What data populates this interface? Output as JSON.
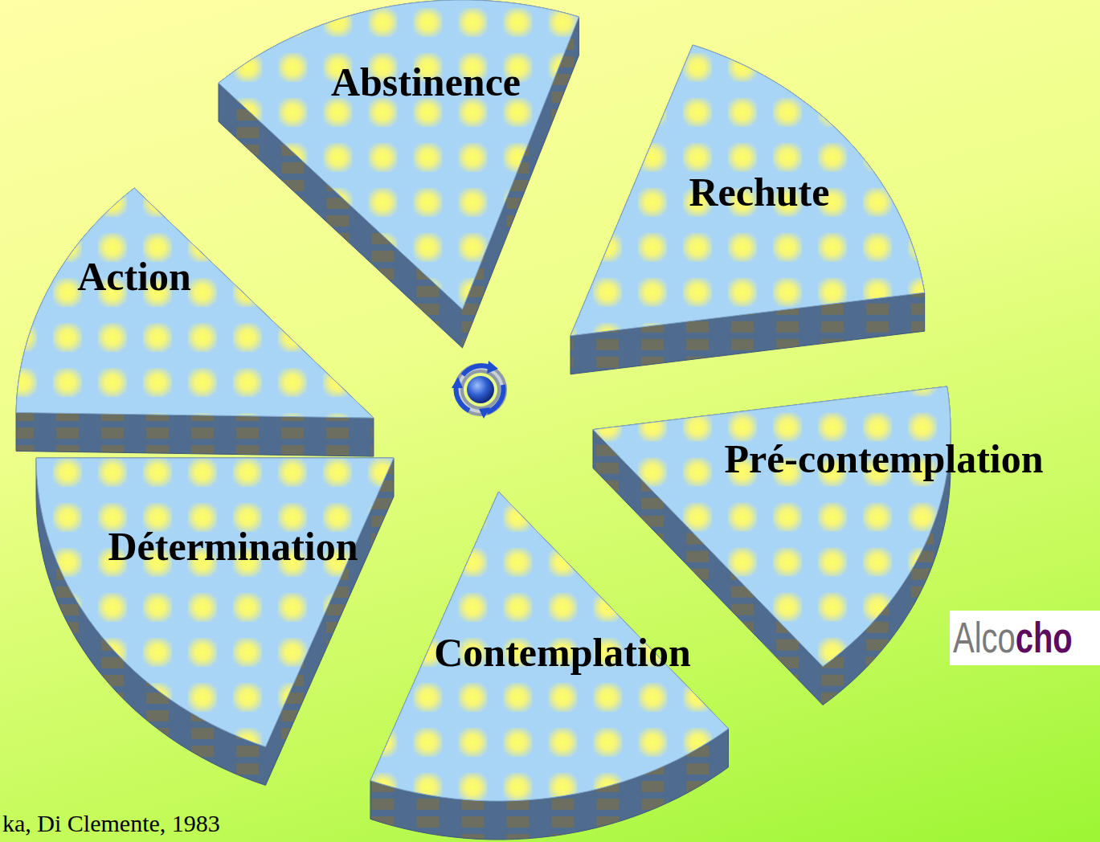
{
  "diagram": {
    "nodes": [
      {
        "text": [
          "Abstinence"
        ]
      },
      {
        "text": [
          "Rechute"
        ]
      },
      {
        "text": [
          "Action"
        ]
      },
      {
        "text": [
          "Pré-contemplation"
        ]
      },
      {
        "text": [
          "Détermination"
        ]
      },
      {
        "text": [
          "Contemplation"
        ]
      }
    ],
    "labels": [
      "ka, Di Clemente, 1983",
      "Alco",
      "cho"
    ]
  }
}
